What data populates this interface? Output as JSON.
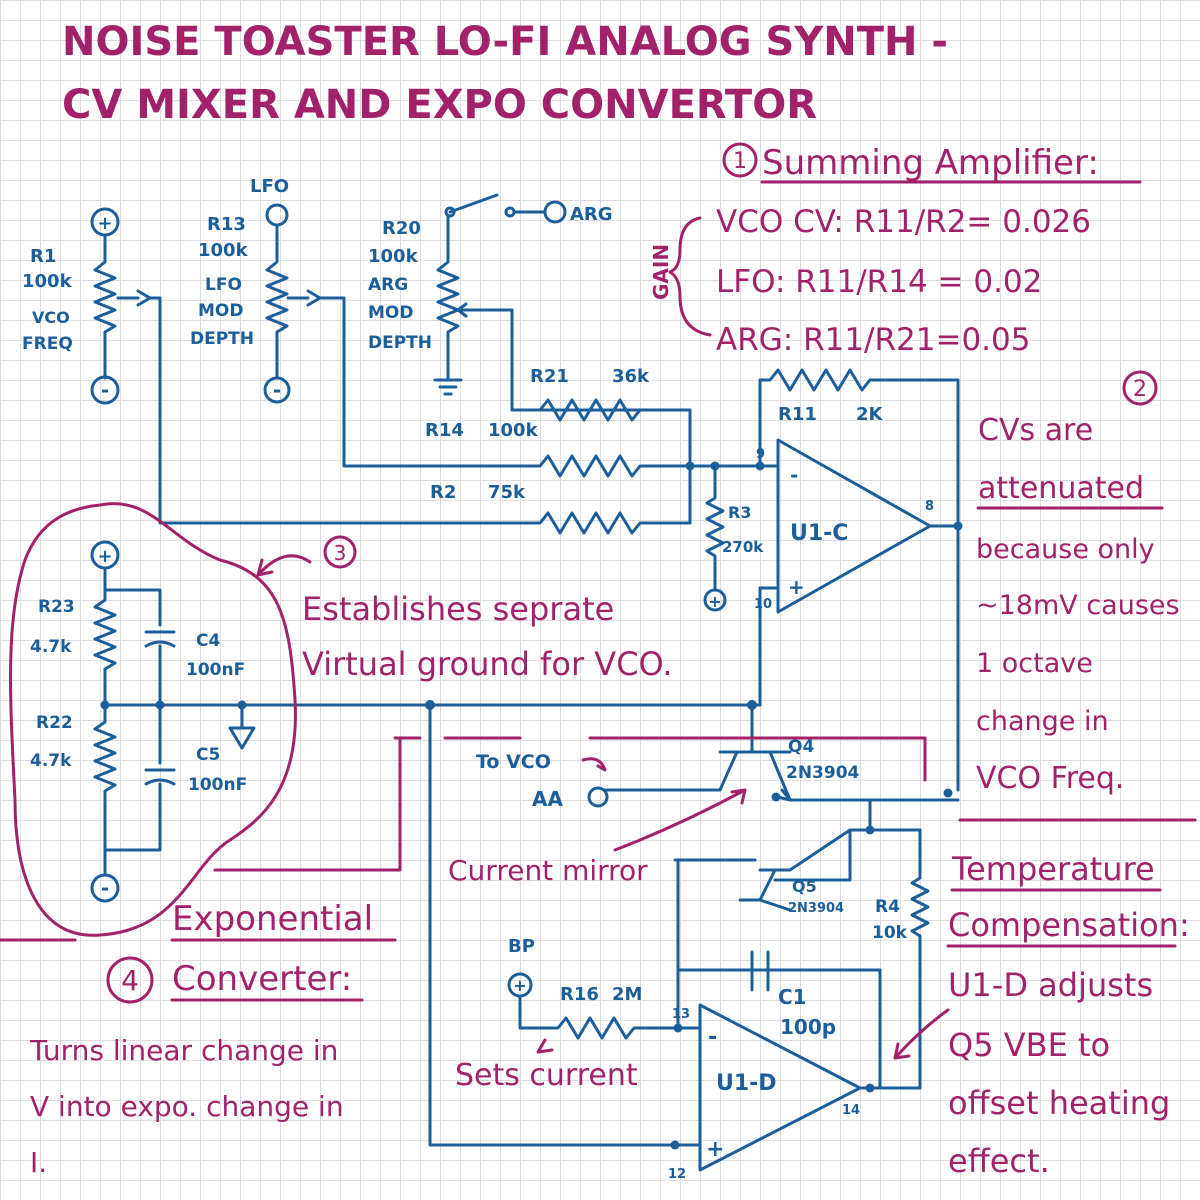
{
  "title": {
    "line1": "NOISE TOASTER LO-FI ANALOG SYNTH -",
    "line2": "CV MIXER AND EXPO CONVERTOR"
  },
  "colors": {
    "wire": "#1b5e9a",
    "annotation": "#a2226a",
    "grid": "#b9b9bd"
  },
  "components": {
    "r1": {
      "name": "R1",
      "value": "100k",
      "label1": "VCO",
      "label2": "FREQ"
    },
    "r13": {
      "name": "R13",
      "value": "100k",
      "label1": "LFO",
      "label2": "MOD",
      "label3": "DEPTH"
    },
    "r20": {
      "name": "R20",
      "value": "100k",
      "label1": "ARG",
      "label2": "MOD",
      "label3": "DEPTH"
    },
    "r21": {
      "name": "R21",
      "value": "36k"
    },
    "r14": {
      "name": "R14",
      "value": "100k"
    },
    "r2": {
      "name": "R2",
      "value": "75k"
    },
    "r11": {
      "name": "R11",
      "value": "2K"
    },
    "r3": {
      "name": "R3",
      "value": "270k"
    },
    "r23": {
      "name": "R23",
      "value": "4.7k"
    },
    "r22": {
      "name": "R22",
      "value": "4.7k"
    },
    "c4": {
      "name": "C4",
      "value": "100nF"
    },
    "c5": {
      "name": "C5",
      "value": "100nF"
    },
    "q4": {
      "name": "Q4",
      "value": "2N3904"
    },
    "q5": {
      "name": "Q5",
      "value": "2N3904"
    },
    "r4": {
      "name": "R4",
      "value": "10k"
    },
    "r16": {
      "name": "R16",
      "value": "2M"
    },
    "c1": {
      "name": "C1",
      "value": "100p"
    },
    "u1c": {
      "name": "U1-C"
    },
    "u1d": {
      "name": "U1-D"
    }
  },
  "pins": {
    "p9": "9",
    "p10": "10",
    "p8": "8",
    "p13": "13",
    "p12": "12",
    "p14": "14"
  },
  "symbols": {
    "plus": "+",
    "minus": "-"
  },
  "io": {
    "lfo": "LFO",
    "arg": "ARG",
    "aa": "AA",
    "bp": "BP",
    "to_vco": "To VCO"
  },
  "annotations": {
    "n1": "1",
    "summing_title": "Summing Amplifier:",
    "gain_label": "GAIN",
    "gain_vco": "VCO CV: R11/R2= 0.026",
    "gain_lfo": "LFO: R11/R14 = 0.02",
    "gain_arg": "ARG: R11/R21=0.05",
    "n2": "2",
    "cv_lines": [
      "CVs are",
      "attenuated",
      "because only",
      "~18mV causes",
      "1 octave",
      "change in",
      "VCO Freq."
    ],
    "n3": "3",
    "vg_line1": "Establishes seprate",
    "vg_line2": "Virtual ground for VCO.",
    "current_mirror": "Current mirror",
    "n4": "4",
    "expo_line1": "Exponential",
    "expo_line2": "Converter:",
    "expo_body": [
      "Turns linear change in",
      "V into expo. change in",
      "I."
    ],
    "sets_current": "Sets current",
    "temp_line1": "Temperature",
    "temp_line2": "Compensation:",
    "temp_body": [
      "U1-D adjusts",
      "Q5 VBE to",
      "offset heating",
      "effect."
    ]
  }
}
